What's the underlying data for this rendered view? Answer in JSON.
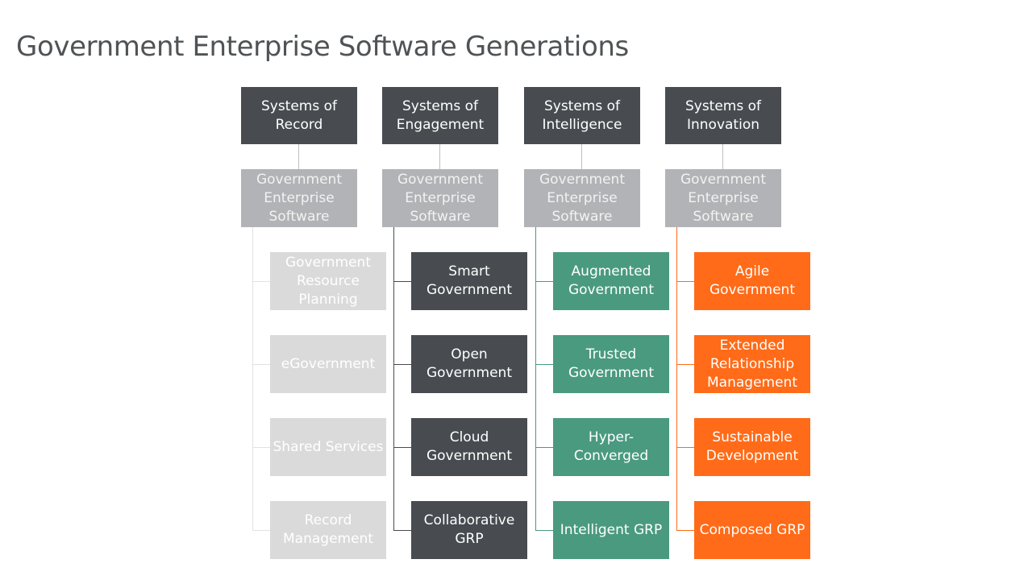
{
  "slide": {
    "title": "Government Enterprise Software Generations"
  },
  "colors": {
    "header": "#484c50",
    "subheader": "#b2b3b6",
    "record": "#dadada",
    "engagement": "#484c50",
    "intelligence": "#4a9a80",
    "innovation": "#ff6b18"
  },
  "columns": [
    {
      "header": "Systems of\nRecord",
      "sub": "Government\nEnterprise\nSoftware",
      "items": [
        "Government\nResource\nPlanning",
        "eGovernment",
        "Shared Services",
        "Record\nManagement"
      ]
    },
    {
      "header": "Systems of\nEngagement",
      "sub": "Government\nEnterprise\nSoftware",
      "items": [
        "Smart\nGovernment",
        "Open\nGovernment",
        "Cloud\nGovernment",
        "Collaborative\nGRP"
      ]
    },
    {
      "header": "Systems of\nIntelligence",
      "sub": "Government\nEnterprise\nSoftware",
      "items": [
        "Augmented\nGovernment",
        "Trusted\nGovernment",
        "Hyper-\nConverged",
        "Intelligent GRP"
      ]
    },
    {
      "header": "Systems of\nInnovation",
      "sub": "Government\nEnterprise\nSoftware",
      "items": [
        "Agile\nGovernment",
        "Extended\nRelationship\nManagement",
        "Sustainable\nDevelopment",
        "Composed GRP"
      ]
    }
  ]
}
